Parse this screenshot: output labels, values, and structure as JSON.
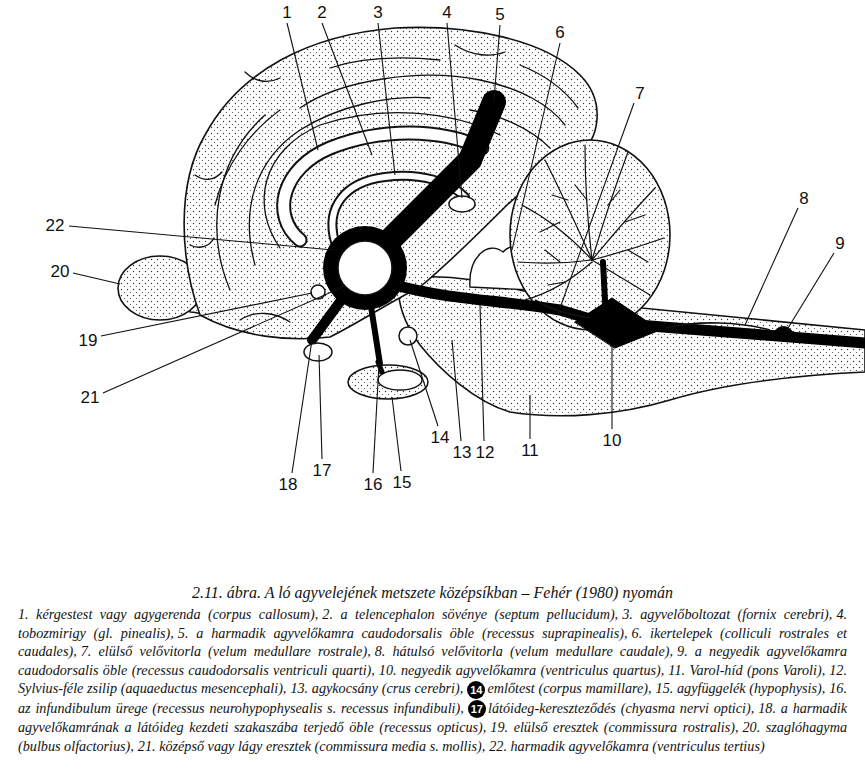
{
  "diagram": {
    "caption": "2.11. ábra. A ló agyvelejének metszete középsíkban – Fehér (1980) nyomán",
    "labels": [
      "1",
      "2",
      "3",
      "4",
      "5",
      "6",
      "7",
      "8",
      "9",
      "10",
      "11",
      "12",
      "13",
      "14",
      "15",
      "16",
      "17",
      "18",
      "19",
      "20",
      "21",
      "22",
      "1. kérgestest vagy agygerenda (corpus callosum),",
      "2. a telencephalon sövénye (septum pellucidum),",
      "3. agyvelőboltozat (fornix cerebri),",
      "4. tobozmirigy (gl. pinealis),",
      "5. a harmadik agyvelőkamra caudodorsalis öble (recessus suprapinealis),",
      "6. ikertelepek (colliculi rostrales et caudales),",
      "7. elülső velővitorla (velum medullare rostrale),",
      "8. hátulsó velővitorla (velum medullare caudale),",
      "9. a negyedik agyvelőkamra caudodorsalis öble (recessus caudodorsalis ventriculi quarti),",
      "10. negyedik agyvelőkamra (ventriculus quartus),",
      "11. Varol-híd (pons Varoli),",
      "12. Sylvius-féle zsilip (aquaeductus mesencephali),",
      "13. agykocsány (crus cerebri),",
      "14",
      "emlőtest (corpus mamillare),",
      "15. agyfüggelék (hypophysis),",
      "16. az infundibulum ürege (recessus neurohypophysealis s. recessus infundibuli),",
      "17",
      "látóideg-kereszteződés (chyasma nervi optici),",
      "18. a harmadik agyvelőkamrának a látóideg kezdeti szakaszába terjedő öble (recessus opticus),",
      "19. elülső eresztek (commissura rostralis),",
      "20. szaglóhagyma (bulbus olfactorius),",
      "21. középső vagy lágy eresztek (commissura media s. mollis),",
      "22. harmadik agyvelőkamra (ventriculus tertius)"
    ]
  }
}
